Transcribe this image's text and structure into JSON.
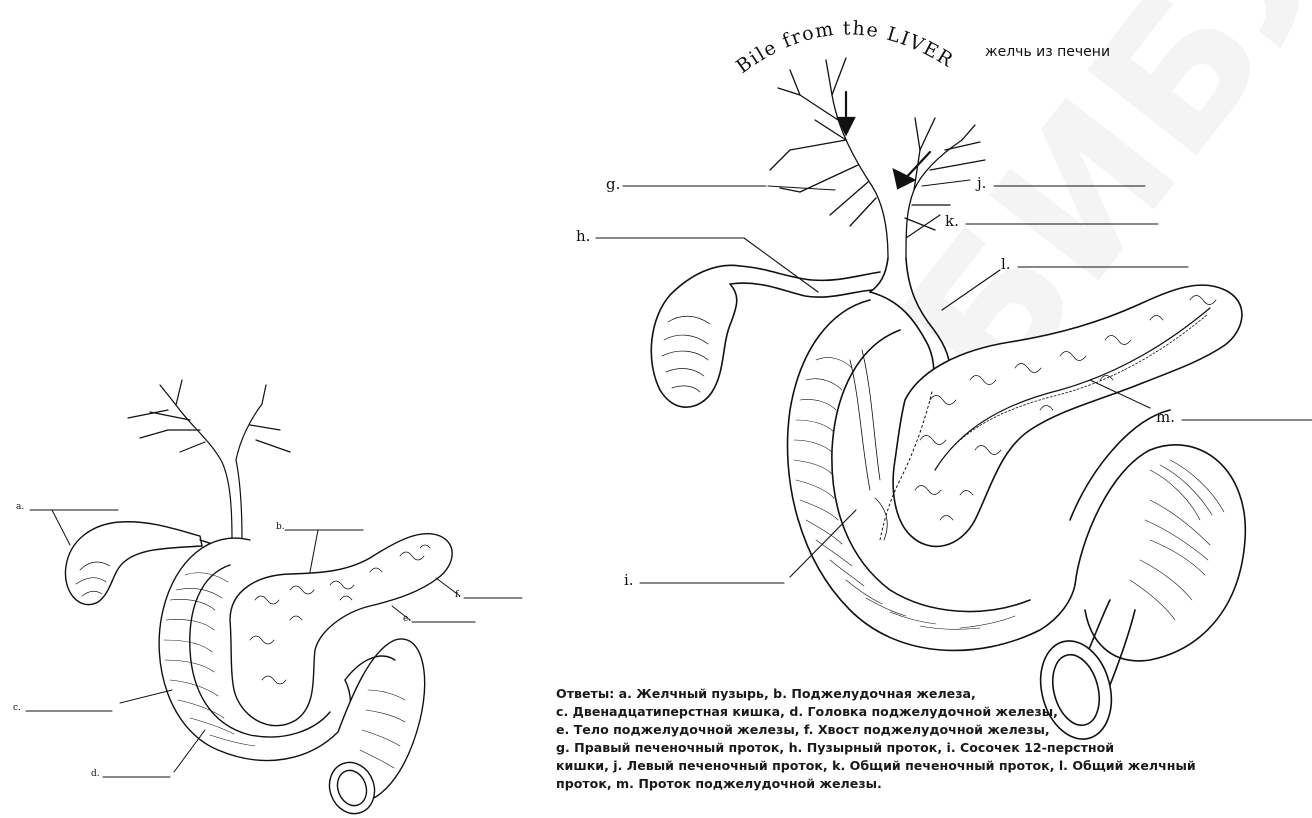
{
  "small_diagram": {
    "labels": {
      "a": "a.",
      "b": "b.",
      "c": "c.",
      "d": "d.",
      "e": "e.",
      "f": "f."
    }
  },
  "large_diagram": {
    "arc_text": "Bile from the LIVER",
    "liver_label_ru": "желчь из печени",
    "labels": {
      "g": "g.",
      "h": "h.",
      "i": "i.",
      "j": "j.",
      "k": "k.",
      "l": "l.",
      "m": "m."
    }
  },
  "answers": {
    "lines": [
      "Ответы: a. Желчный пузырь, b. Поджелудочная железа,",
      "c. Двенадцатиперстная кишка, d. Головка поджелудочной железы,",
      "e. Тело поджелудочной железы, f. Хвост поджелудочной железы,",
      "g. Правый печеночный проток, h. Пузырный проток, i. Сосочек 12-перстной",
      "кишки, j. Левый печеночный проток, k. Общий печеночный проток, l. Общий желчный",
      "проток, m. Проток поджелудочной железы."
    ]
  },
  "watermark": {
    "text": "БИБЛИОТЕКА"
  },
  "colors": {
    "ink": "#111111",
    "background": "#ffffff",
    "watermark": "#969696"
  }
}
